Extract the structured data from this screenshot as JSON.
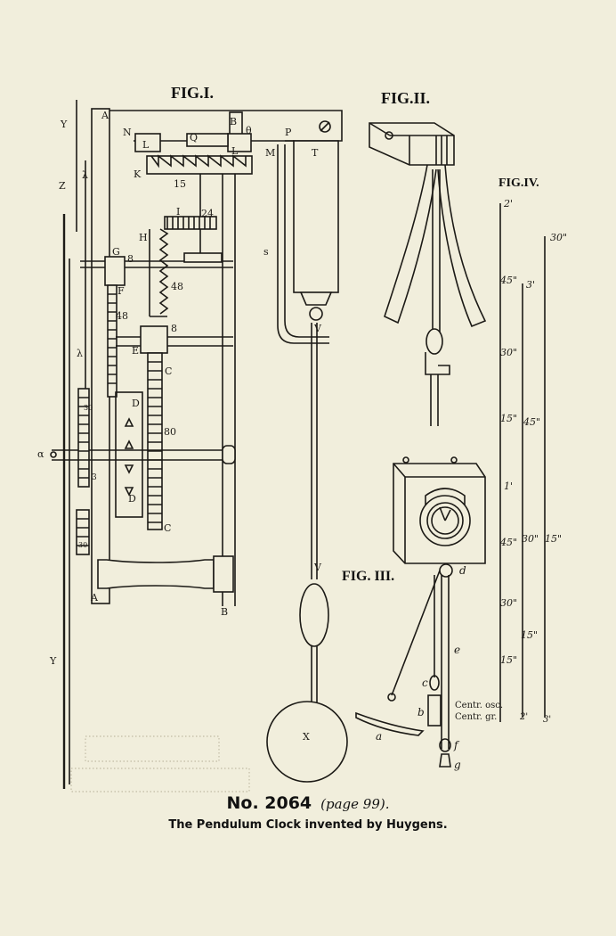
{
  "figures": {
    "fig1": "FIG.I.",
    "fig2": "FIG.II.",
    "fig3": "FIG. III.",
    "fig4": "FIG.IV."
  },
  "fig1_labels": {
    "A": "A",
    "B": "B",
    "N": "N",
    "Q": "Q",
    "L": "L",
    "P": "P",
    "M": "M",
    "T": "T",
    "K": "K",
    "I": "I",
    "H": "H",
    "G": "G",
    "F": "F",
    "E": "E",
    "C": "C",
    "D": "D",
    "V": "V",
    "X": "X",
    "Y": "Y",
    "Z": "Z",
    "lambda": "λ",
    "alpha": "α",
    "theta": "θ",
    "s": "s",
    "n24": "24",
    "n48": "48",
    "n8": "8",
    "n80": "80",
    "n15": "15",
    "n30": "30",
    "n3": "3"
  },
  "fig3_labels": {
    "a": "a",
    "b": "b",
    "c": "c",
    "d": "d",
    "e": "e",
    "f": "f",
    "g": "g"
  },
  "fig4_scale": {
    "left": [
      "2'",
      "45\"",
      "30\"",
      "15\"",
      "1'",
      "45\"",
      "30\"",
      "15\""
    ],
    "middle": [
      "3'",
      "45\"",
      "30\"",
      "15\""
    ],
    "right": [
      "30\"",
      "15\""
    ],
    "centr_osc": "Centr. osc.",
    "centr_gr": "Centr. gr.",
    "bottom": [
      "2'",
      "3'"
    ]
  },
  "caption": {
    "number": "No. 2064",
    "page_ref": "(page 99).",
    "title": "The Pendulum Clock invented by Huygens."
  }
}
